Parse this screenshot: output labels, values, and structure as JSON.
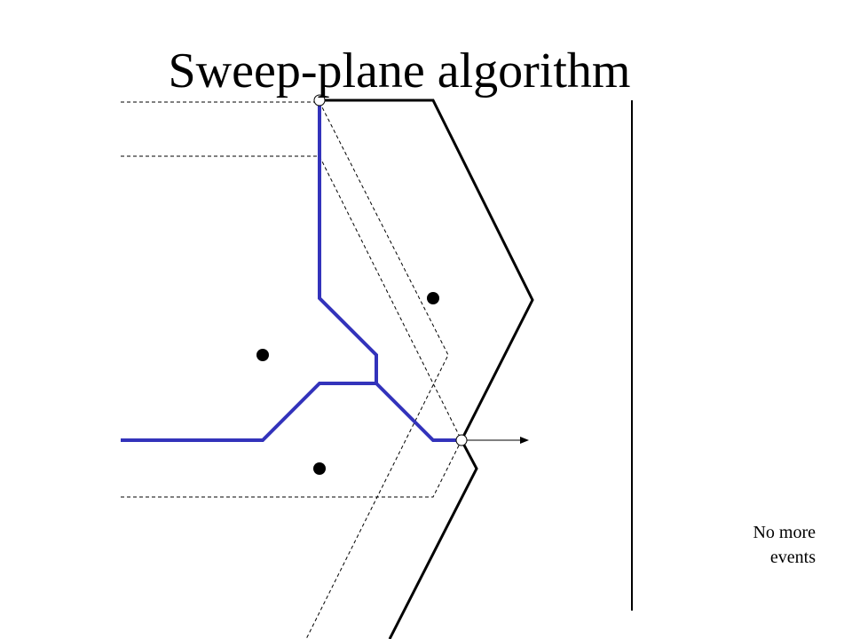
{
  "slide": {
    "title": "Sweep-plane algorithm",
    "status_lines": [
      "No more",
      "events"
    ]
  },
  "colors": {
    "voronoi_edges": "#3333bb",
    "beach_line": "#000000",
    "sweep_line": "#000000",
    "dashed_lines": "#000000",
    "sites": "#000000",
    "vertex_fill": "#ffffff",
    "background": "#ffffff"
  },
  "legend_icons": {
    "sweep_direction": "right-arrow-icon",
    "vertex_marker": "hollow-circle-icon",
    "site_marker": "filled-dot-icon"
  }
}
